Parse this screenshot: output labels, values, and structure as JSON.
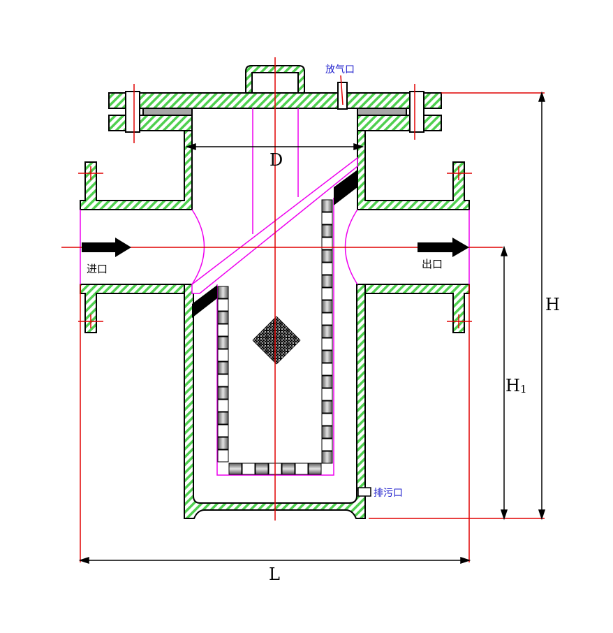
{
  "labels": {
    "vent": "放气口",
    "inlet": "进口",
    "outlet": "出口",
    "drain": "排污口"
  },
  "dimensions": {
    "D": "D",
    "L": "L",
    "H": "H",
    "H1_main": "H",
    "H1_sub": "1"
  },
  "colors": {
    "body_fill": "#4fd04f",
    "outline": "#000000",
    "screen": "#ee00ee",
    "centerline": "#e00000",
    "gasket": "#a8a8a8",
    "label_blue": "#1d1dcc"
  }
}
